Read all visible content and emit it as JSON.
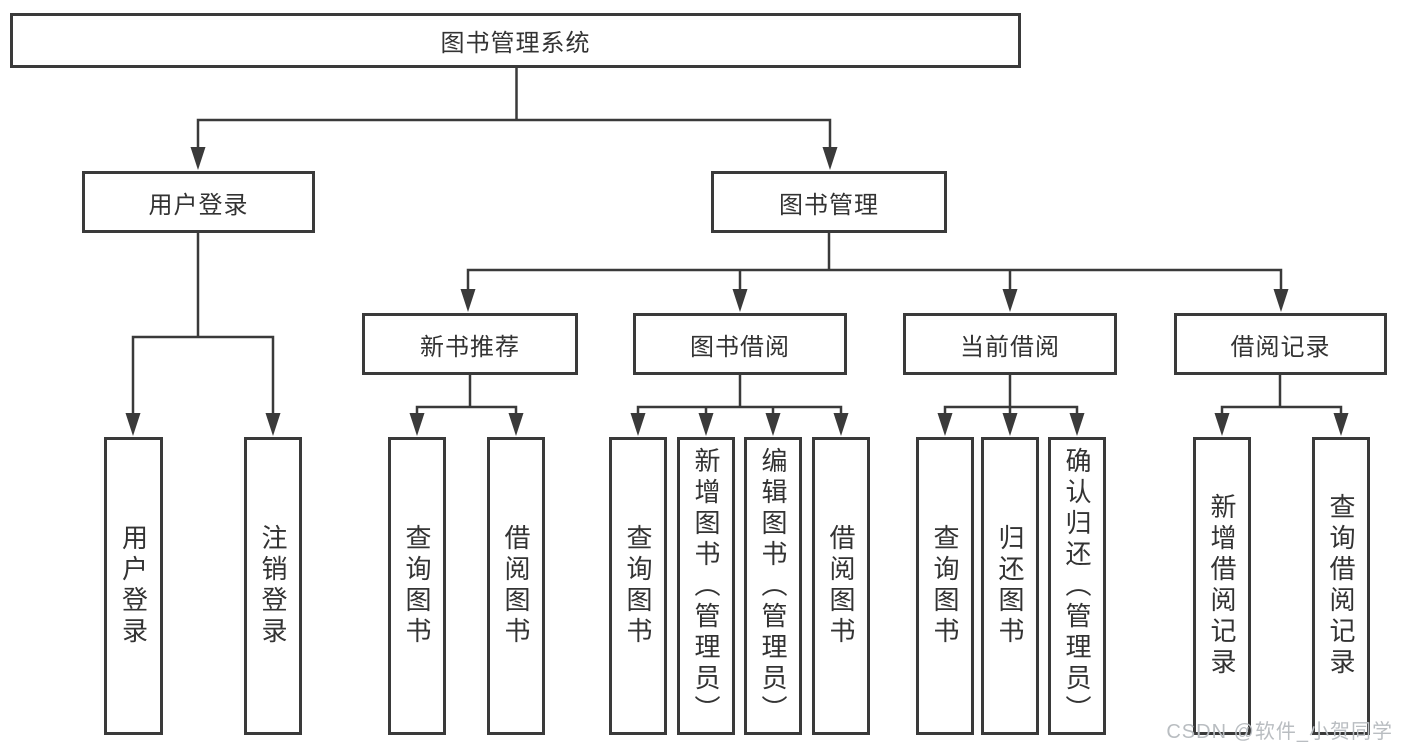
{
  "diagram": {
    "root": {
      "label": "图书管理系统"
    },
    "level2": [
      {
        "label": "用户登录"
      },
      {
        "label": "图书管理"
      }
    ],
    "level3": [
      {
        "label": "新书推荐"
      },
      {
        "label": "图书借阅"
      },
      {
        "label": "当前借阅"
      },
      {
        "label": "借阅记录"
      }
    ],
    "leaves": [
      {
        "label": "用户登录"
      },
      {
        "label": "注销登录"
      },
      {
        "label": "查询图书"
      },
      {
        "label": "借阅图书"
      },
      {
        "label": "查询图书"
      },
      {
        "label": "新增图书（管理员）"
      },
      {
        "label": "编辑图书（管理员）"
      },
      {
        "label": "借阅图书"
      },
      {
        "label": "查询图书"
      },
      {
        "label": "归还图书"
      },
      {
        "label": "确认归还（管理员）"
      },
      {
        "label": "新增借阅记录"
      },
      {
        "label": "查询借阅记录"
      }
    ]
  },
  "watermark": {
    "text": "CSDN @软件_小贺同学"
  },
  "colors": {
    "line": "#3a3a3a",
    "text": "#333333",
    "watermark": "#b9bdc1",
    "background": "#ffffff"
  }
}
